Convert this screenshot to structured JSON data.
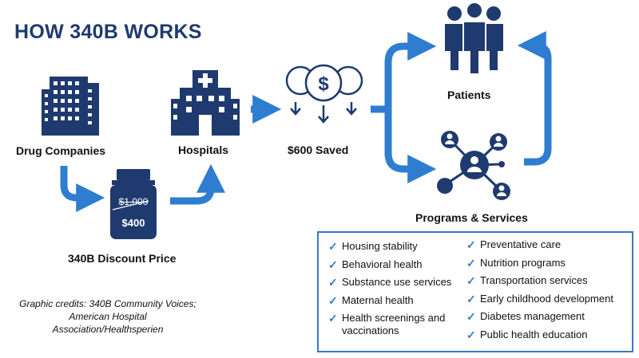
{
  "title": "HOW 340B WORKS",
  "nodes": {
    "drug_companies": "Drug Companies",
    "hospitals": "Hospitals",
    "saved": "$600 Saved",
    "patients": "Patients",
    "programs": "Programs & Services",
    "discount": "340B Discount Price"
  },
  "bottle": {
    "old_price": "$1,000",
    "new_price": "$400"
  },
  "services": {
    "left": [
      "Housing stability",
      "Behavioral health",
      "Substance use services",
      "Maternal health",
      "Health screenings and\nvaccinations"
    ],
    "right": [
      "Preventative care",
      "Nutrition programs",
      "Transportation services",
      "Early childhood development",
      "Diabetes management",
      "Public health education"
    ]
  },
  "credits": "Graphic credits: 340B Community Voices; American Hospital Association/Healthsperien",
  "colors": {
    "navy": "#1f3a6e",
    "blue": "#2f7dd1",
    "check": "#2f7dd1"
  },
  "icons": [
    "office-building-icon",
    "hospital-icon",
    "pill-bottle-icon",
    "dollar-coins-icon",
    "people-group-icon",
    "network-icon"
  ]
}
